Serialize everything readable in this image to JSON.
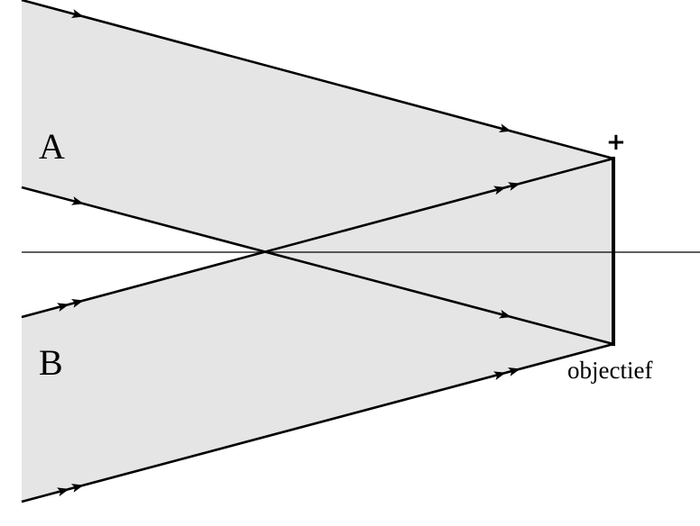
{
  "labels": {
    "beam_a": "A",
    "beam_b": "B",
    "lens": "objectief",
    "polarity": "+"
  },
  "colors": {
    "beam_fill": "#e5e5e5",
    "line": "#000000",
    "background": "#ffffff"
  }
}
